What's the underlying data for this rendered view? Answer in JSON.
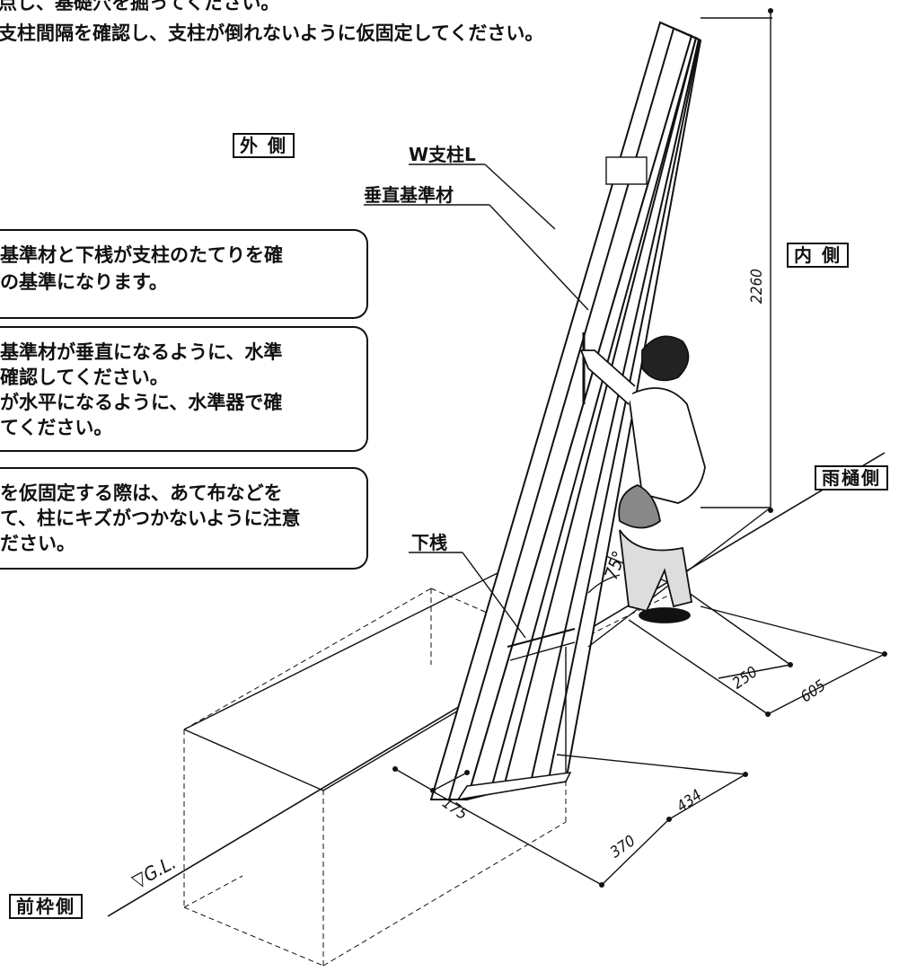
{
  "instructions": {
    "line1": "点し、基礎穴を掘ってください。",
    "line2": "支柱間隔を確認し、支柱が倒れないように仮固定してください。"
  },
  "orientation_labels": {
    "outside": "外 側",
    "inside": "内 側",
    "gutter_side": "雨樋側",
    "front_frame_side": "前枠側"
  },
  "notes": [
    {
      "lines": [
        "基準材と下桟が支柱のたてりを確",
        "の基準になります。"
      ]
    },
    {
      "lines": [
        "基準材が垂直になるように、水準",
        "確認してください。",
        "が水平になるように、水準器で確",
        "てください。"
      ]
    },
    {
      "lines": [
        "を仮固定する際は、あて布などを",
        "て、柱にキズがつかないように注意",
        "ださい。"
      ]
    }
  ],
  "part_labels": {
    "post": "W支柱L",
    "vertical_ref": "垂直基準材",
    "lower_rail": "下桟"
  },
  "dimensions": {
    "height": "2260",
    "angle": "75°",
    "d250": "250",
    "d605": "605",
    "d175": "175",
    "d370": "370",
    "d434": "434",
    "gl": "▽G.L."
  }
}
